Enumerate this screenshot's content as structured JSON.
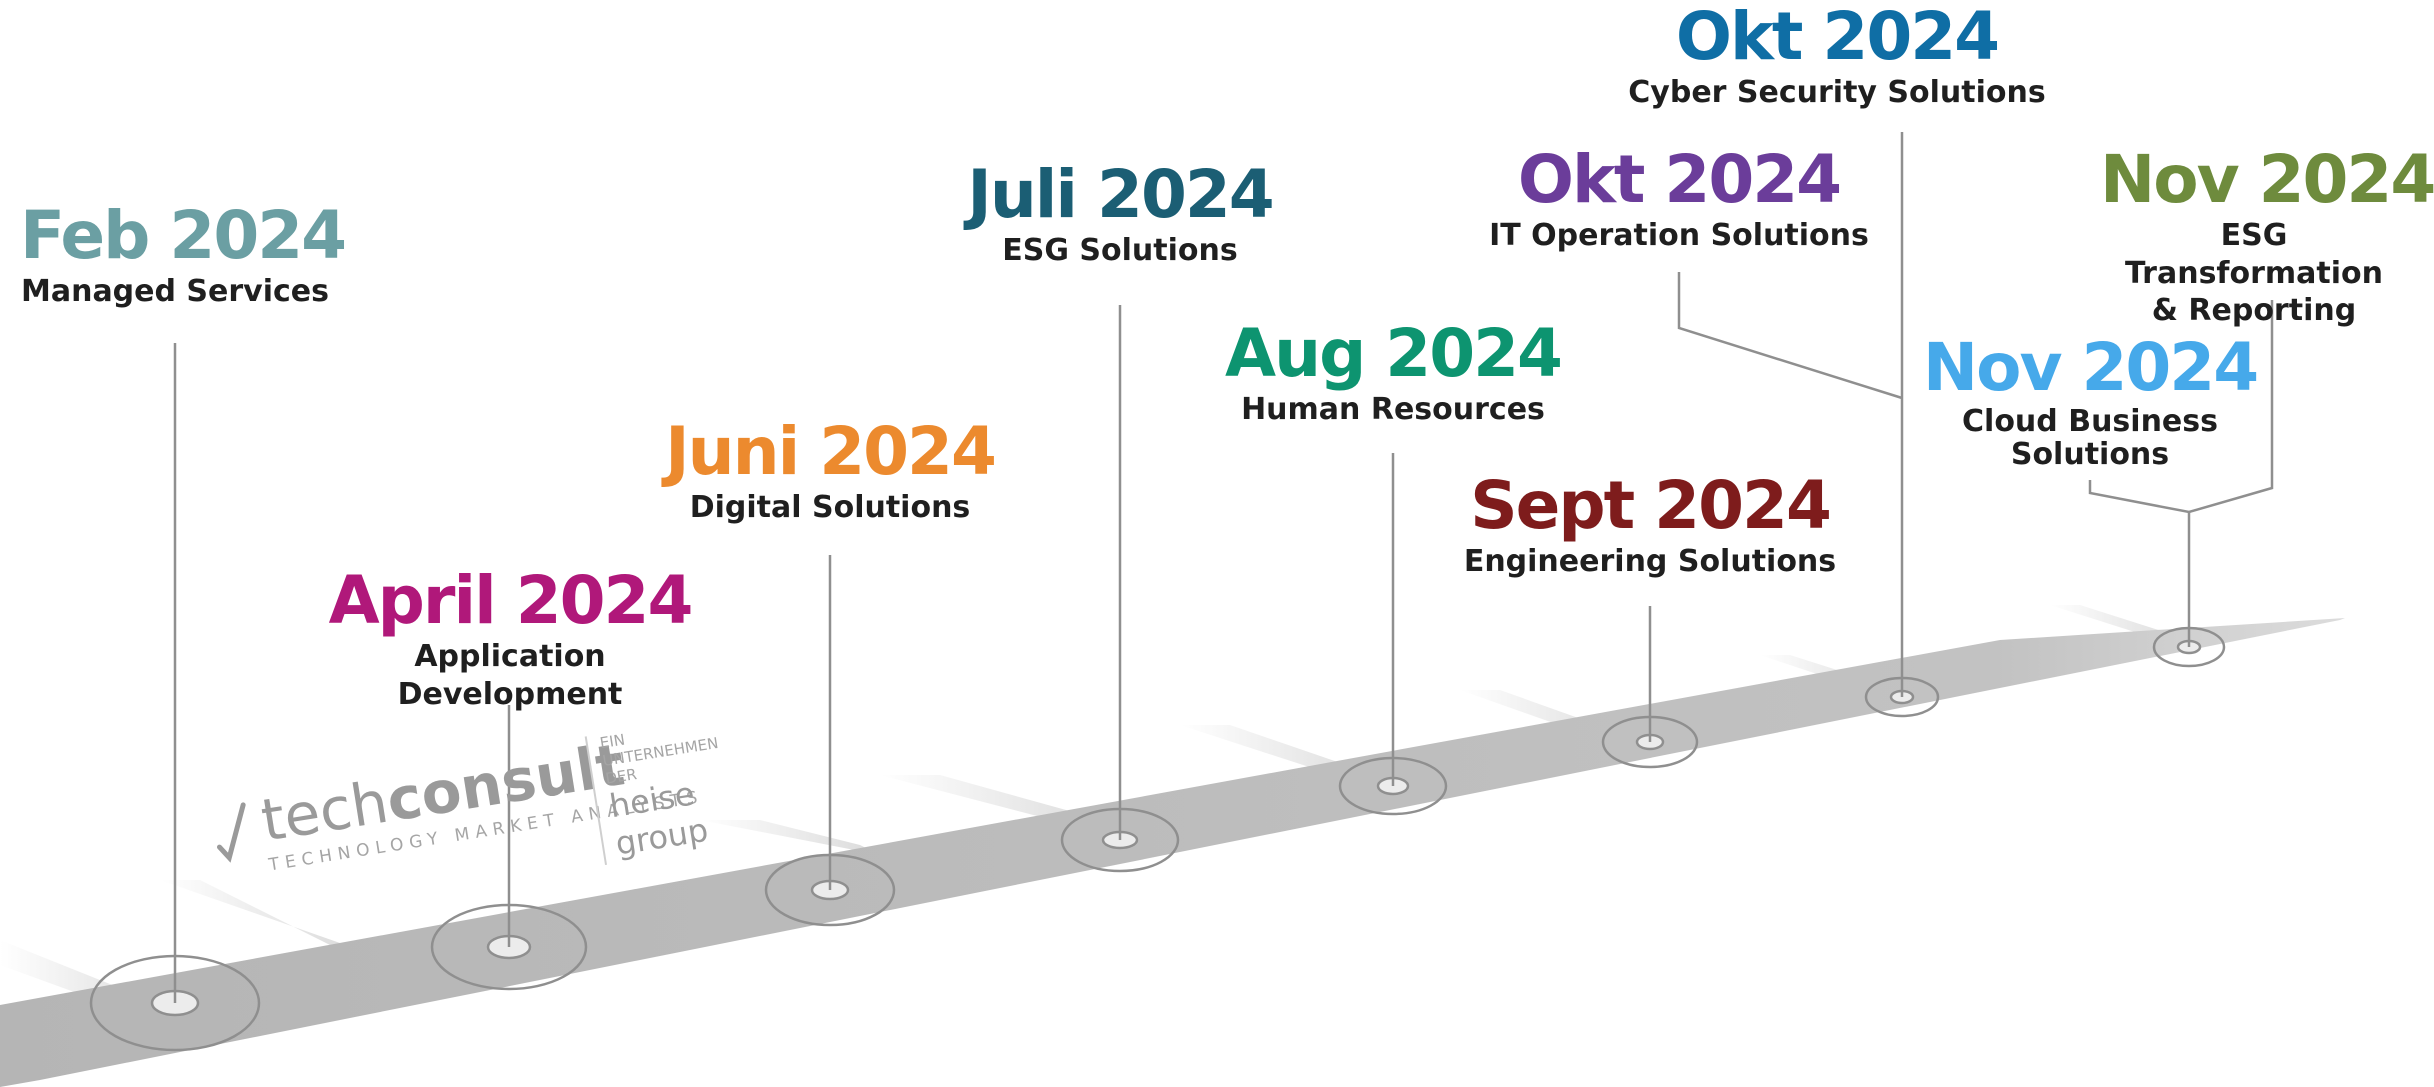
{
  "timeline": {
    "milestones": [
      {
        "date": "Feb 2024",
        "topic": "Managed Services",
        "color": "#6b9fa3"
      },
      {
        "date": "April 2024",
        "topic": "Application Development",
        "color": "#b0187a"
      },
      {
        "date": "Juni 2024",
        "topic": "Digital Solutions",
        "color": "#ec8a2e"
      },
      {
        "date": "Juli 2024",
        "topic": "ESG Solutions",
        "color": "#1b5e74"
      },
      {
        "date": "Aug 2024",
        "topic": "Human Resources",
        "color": "#0d9470"
      },
      {
        "date": "Sept 2024",
        "topic": "Engineering Solutions",
        "color": "#7e1c1c"
      },
      {
        "date": "Okt 2024",
        "topic": "IT Operation Solutions",
        "color": "#6b3d9a"
      },
      {
        "date": "Okt 2024",
        "topic": "Cyber Security Solutions",
        "color": "#0f6ea5"
      },
      {
        "date": "Nov 2024",
        "topic": "Cloud Business\nSolutions",
        "color": "#46a9ea"
      },
      {
        "date": "Nov 2024",
        "topic": "ESG Transformation\n& Reporting",
        "color": "#6e8b3d"
      }
    ]
  },
  "logo": {
    "brand_light": "tech",
    "brand_bold": "consult",
    "tagline": "TECHNOLOGY MARKET ANALYSTS",
    "parent_prefix": "EIN UNTERNEHMEN DER",
    "parent_name": "heise group",
    "icon": "checkmark-swoosh-icon"
  }
}
